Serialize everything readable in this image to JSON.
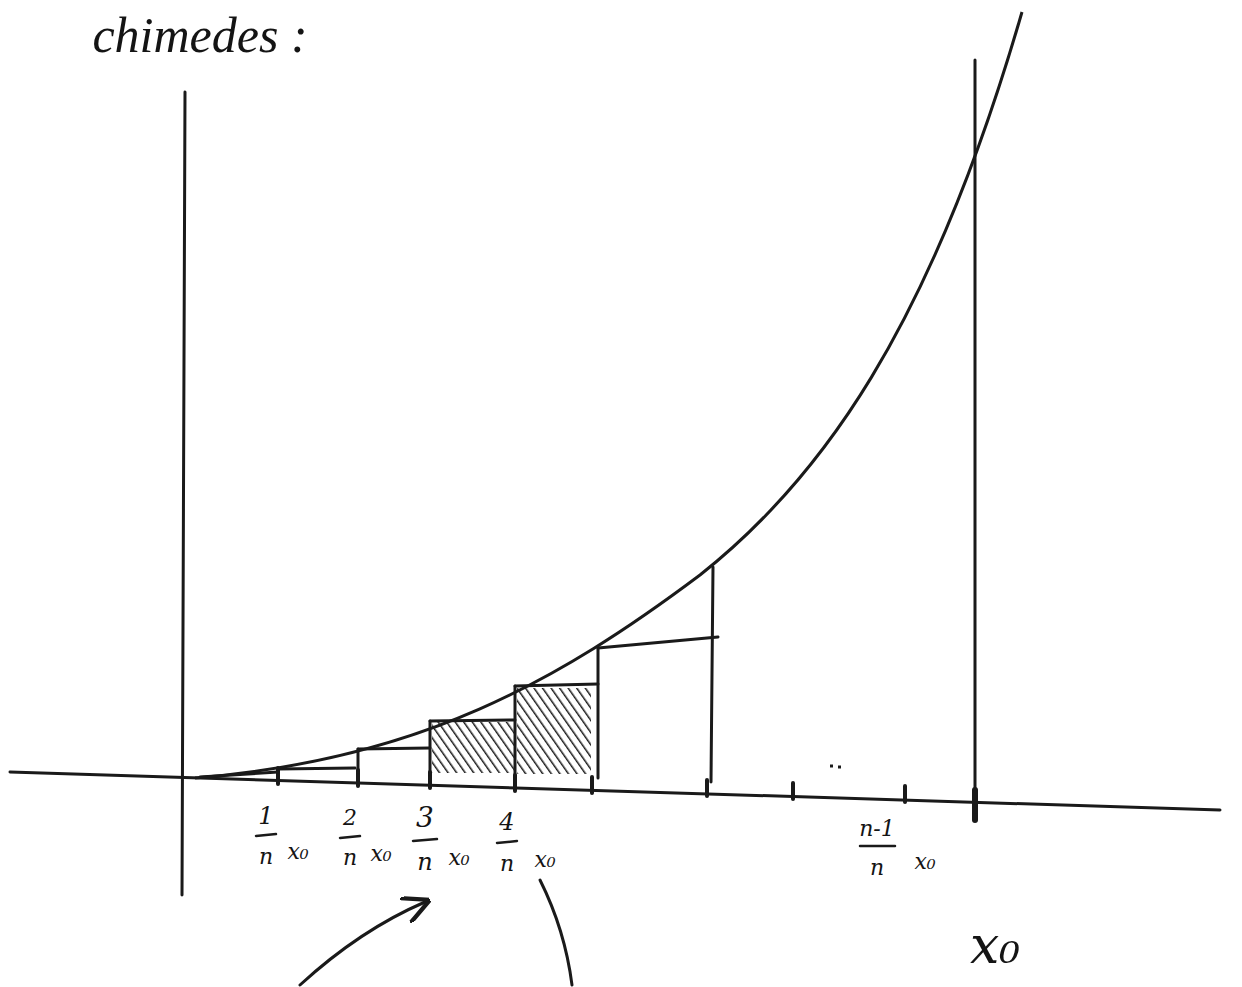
{
  "diagram": {
    "labels": [
      "chimedes :",
      "1",
      "n",
      "x₀",
      "2",
      "n",
      "x₀",
      "3",
      "n",
      "x₀",
      "4",
      "n",
      "x₀",
      "n-1",
      "n",
      "x₀",
      "x₀"
    ]
  }
}
